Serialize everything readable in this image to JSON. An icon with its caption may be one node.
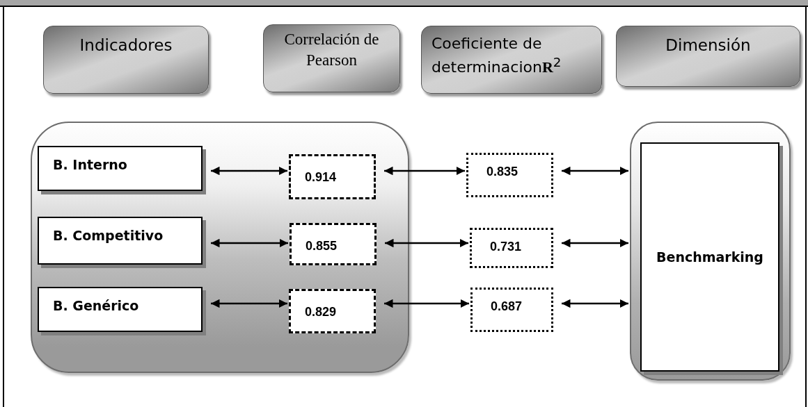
{
  "diagram": {
    "nodes": [
      {
        "text": [
          "Indicadores"
        ]
      },
      {
        "text": [
          "Correlación de Pearson"
        ]
      },
      {
        "text": [
          "Coeficiente de determinacion**R**$^{2}$"
        ]
      },
      {
        "text": [
          "Dimensión"
        ]
      },
      {
        "text": [],
        "shape": "box"
      },
      {
        "text": [
          "B. Interno"
        ],
        "in": 4
      },
      {
        "text": [
          "B. Competitivo"
        ],
        "in": 4
      },
      {
        "text": [
          "B. Genérico"
        ],
        "in": 4
      },
      {
        "text": [
          "0.914"
        ],
        "in": 4
      },
      {
        "text": [
          "0.855"
        ],
        "in": 4
      },
      {
        "text": [
          "0.829"
        ],
        "in": 4
      },
      {
        "text": [
          "0.835"
        ]
      },
      {
        "text": [
          "0.731"
        ]
      },
      {
        "text": [
          "0.687"
        ]
      },
      {
        "text": [],
        "shape": "box"
      },
      {
        "text": [
          "Benchmarking"
        ],
        "in": 14
      }
    ],
    "edges": [
      {
        "from": 5,
        "to": 8,
        "arrow": "both"
      },
      {
        "from": 6,
        "to": 9,
        "arrow": "both"
      },
      {
        "from": 7,
        "to": 10,
        "arrow": "both"
      },
      {
        "from": 8,
        "to": 11,
        "arrow": "both"
      },
      {
        "from": 9,
        "to": 12,
        "arrow": "both"
      },
      {
        "from": 10,
        "to": 13,
        "arrow": "both"
      },
      {
        "from": 11,
        "to": 14,
        "arrow": "both"
      },
      {
        "from": 12,
        "to": 14,
        "arrow": "both"
      },
      {
        "from": 13,
        "to": 14,
        "arrow": "both"
      }
    ]
  }
}
